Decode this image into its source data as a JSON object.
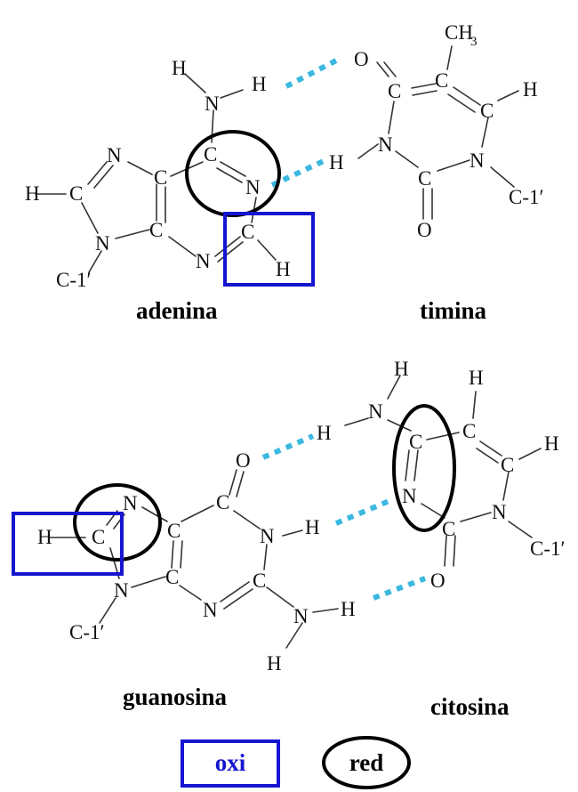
{
  "labels": {
    "adenine": "adenina",
    "thymine": "timina",
    "guanine": "guanosina",
    "cytosine": "citosina"
  },
  "legend": {
    "oxi": "oxi",
    "red": "red"
  },
  "atoms": {
    "N": "N",
    "C": "C",
    "O": "O",
    "H": "H",
    "CH": "CH",
    "sub3": "3",
    "C1": "C-1′"
  },
  "colors": {
    "hbond": "#3bb8e0",
    "oxi_box": "#1515d0",
    "red_circle": "#000000",
    "bond": "#333333",
    "text": "#111111"
  }
}
